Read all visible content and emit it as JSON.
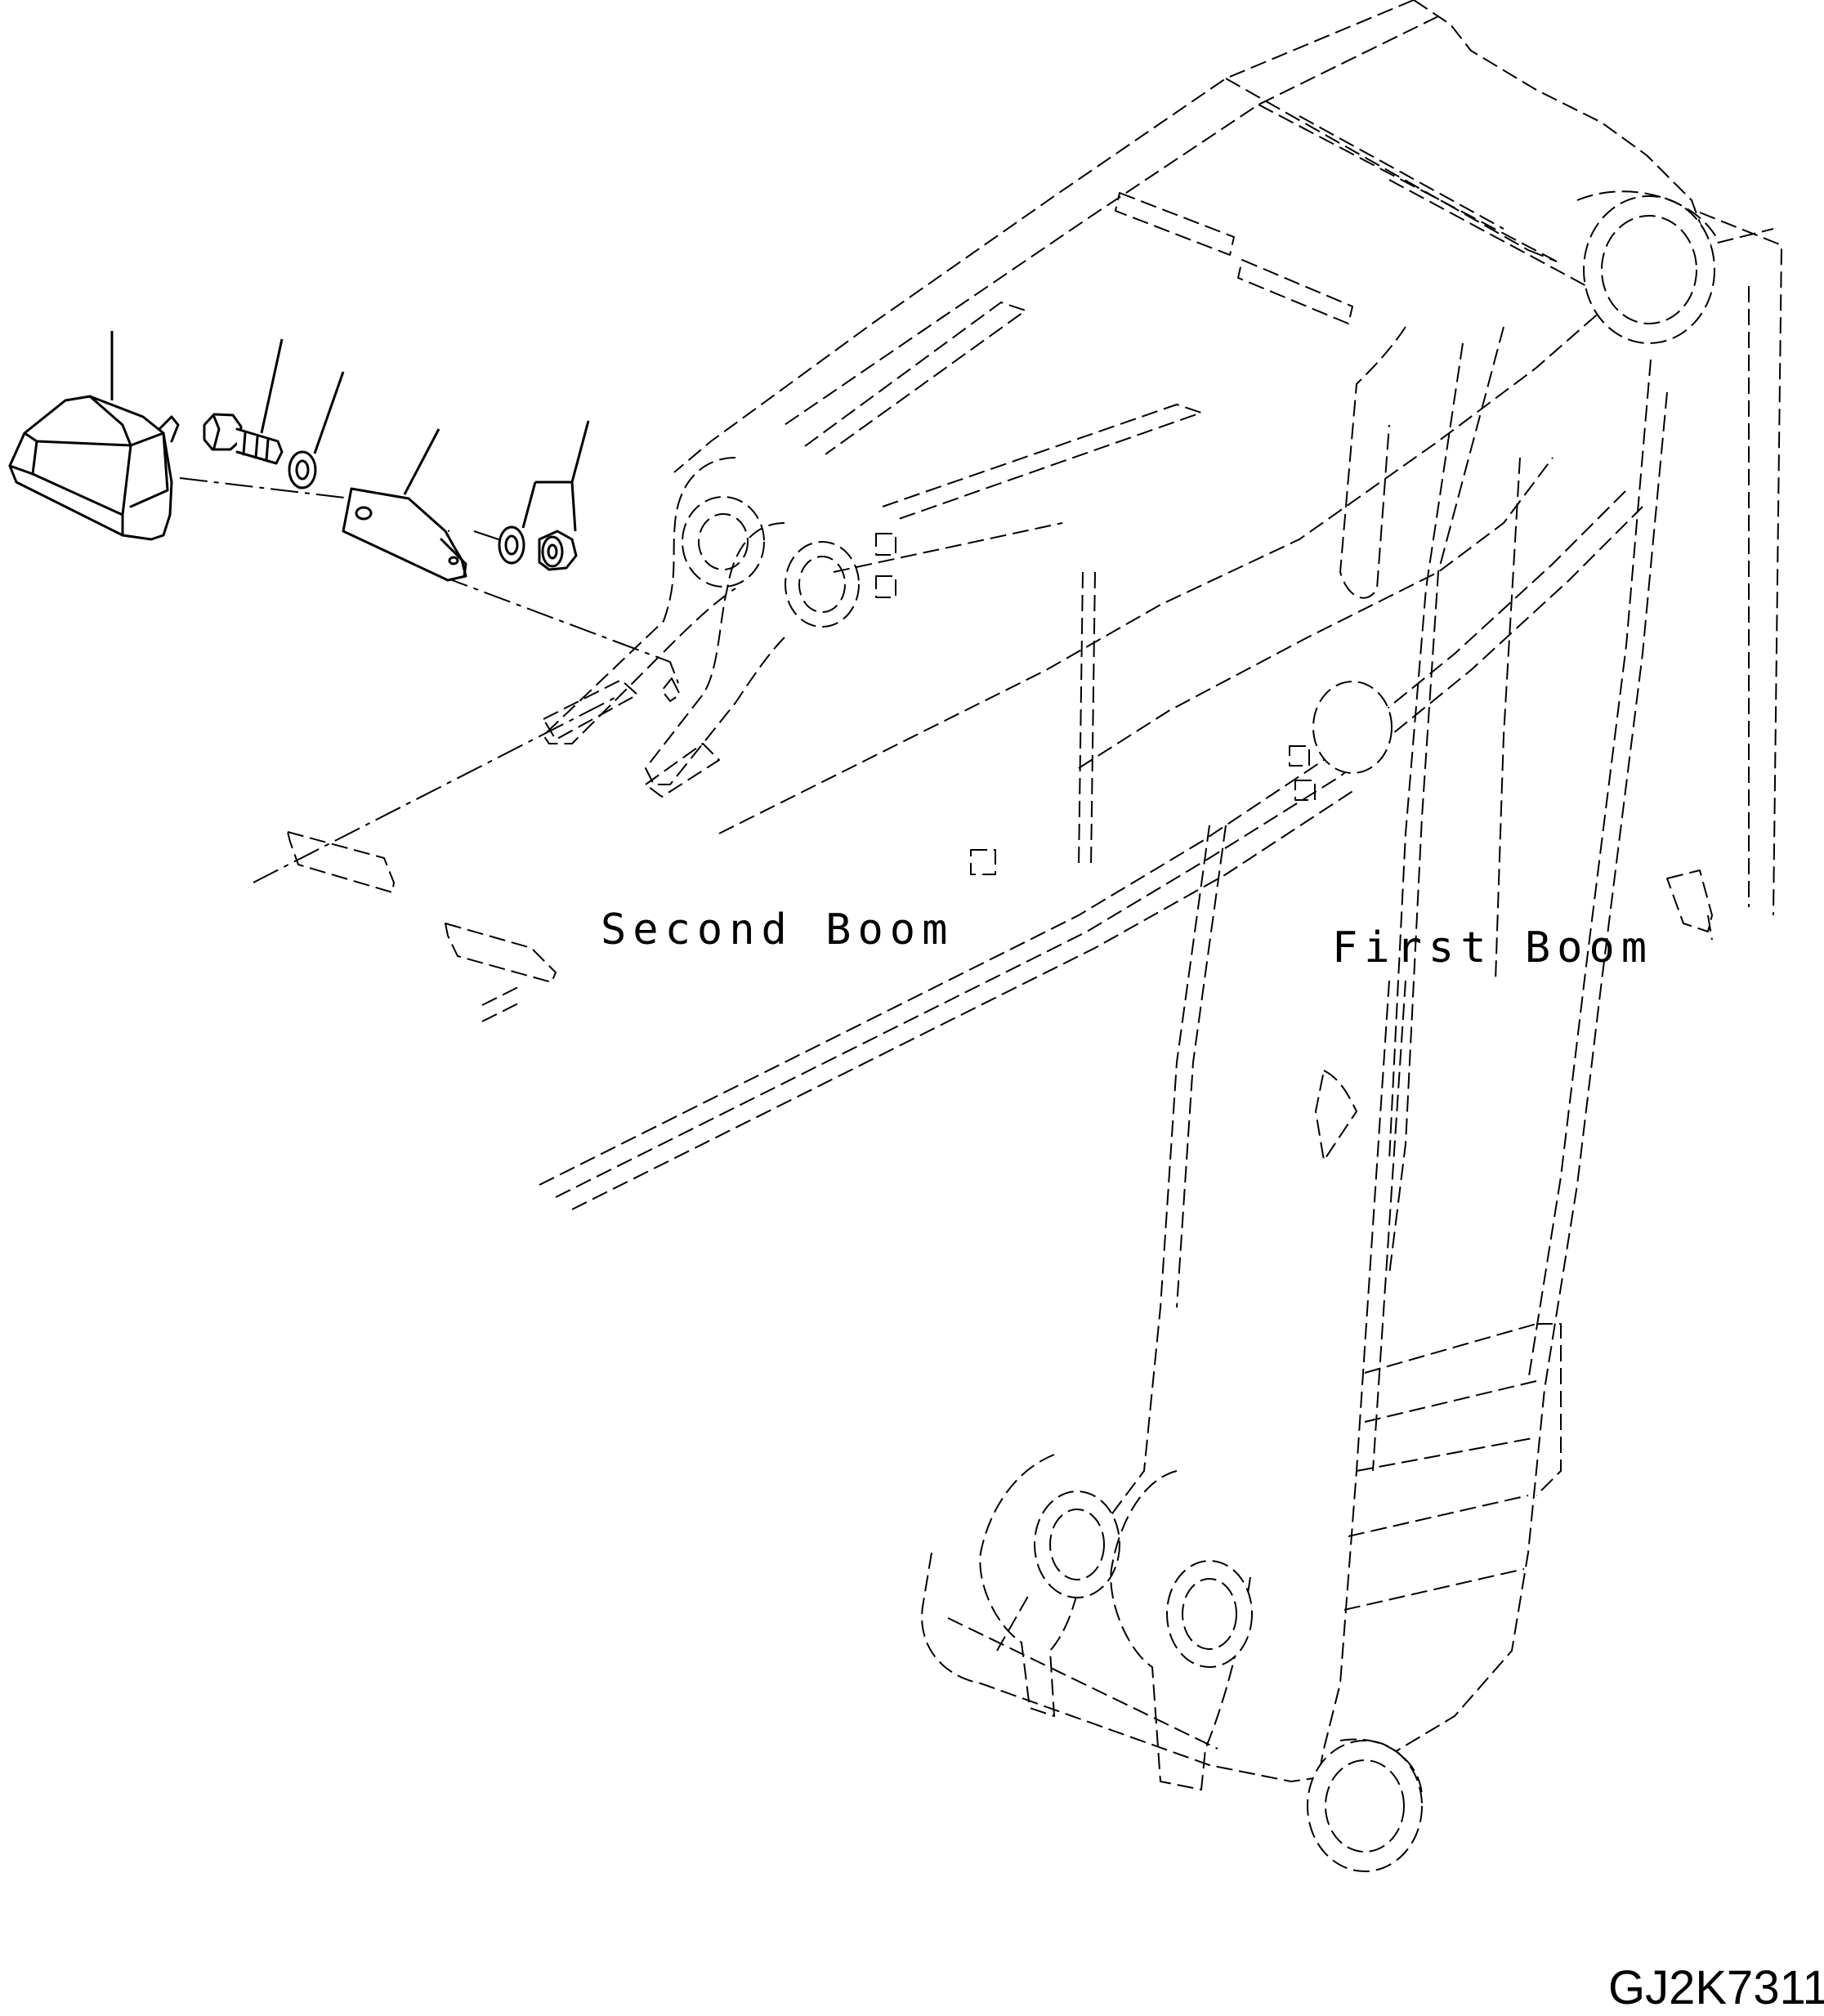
{
  "labels": {
    "second_boom": "Second Boom",
    "first_boom": "First Boom"
  },
  "figure_code": "GJ2K7311",
  "parts": [
    {
      "name": "work-lamp",
      "icon": "lamp-icon"
    },
    {
      "name": "bolt",
      "icon": "bolt-icon"
    },
    {
      "name": "washer",
      "icon": "washer-icon"
    },
    {
      "name": "bracket",
      "icon": "bracket-icon"
    },
    {
      "name": "washer-and-nut",
      "icon": "nut-icon"
    }
  ]
}
